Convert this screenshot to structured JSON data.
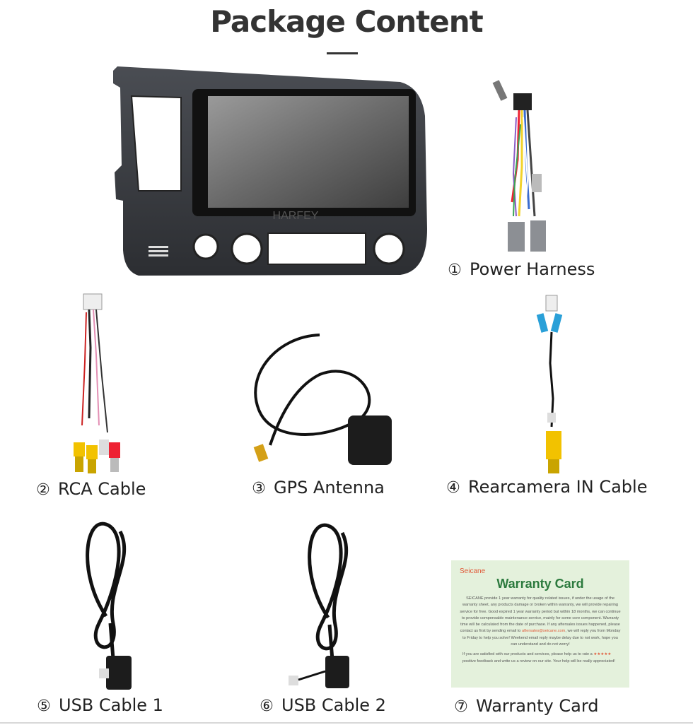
{
  "header": {
    "title": "Package Content"
  },
  "head_unit": {
    "screen_brand": "HARFEY"
  },
  "items": [
    {
      "number": "①",
      "label": "Power Harness"
    },
    {
      "number": "②",
      "label": "RCA Cable"
    },
    {
      "number": "③",
      "label": "GPS Antenna"
    },
    {
      "number": "④",
      "label": "Rearcamera IN Cable"
    },
    {
      "number": "⑤",
      "label": "USB Cable 1"
    },
    {
      "number": "⑥",
      "label": "USB Cable 2"
    },
    {
      "number": "⑦",
      "label": "Warranty Card"
    }
  ],
  "warranty_card": {
    "brand": "Seicane",
    "title": "Warranty Card",
    "para1_a": "SEICANE provide 1 year warranty for quality related issues, if under the usage of the warranty sheet, any products damage or broken within warranty, we will provide repairing service for free. Good expired 1 year warranty period but within 18 months, we can continue to provide compensable maintenance service, mainly for some core component. Warranty time will be calculated from the date of purchase. If any aftersales issues happened, please contact us first by sending email to",
    "email": "aftersales@seicane.com",
    "para1_b": ", we will reply you from Monday to Friday to help you solve! Weekend email reply maybe delay due to not work, hope you can understand and do not worry!",
    "para2_a": "If you are satisfied with our products and services, please help us to rate a",
    "stars": "★★★★★",
    "para2_b": "positive feedback and write us a review on our site. Your help will be really appreciated!"
  },
  "colors": {
    "accent": "#2c7a3e",
    "brand": "#e05a3a",
    "card_bg": "#e4f1dc"
  }
}
